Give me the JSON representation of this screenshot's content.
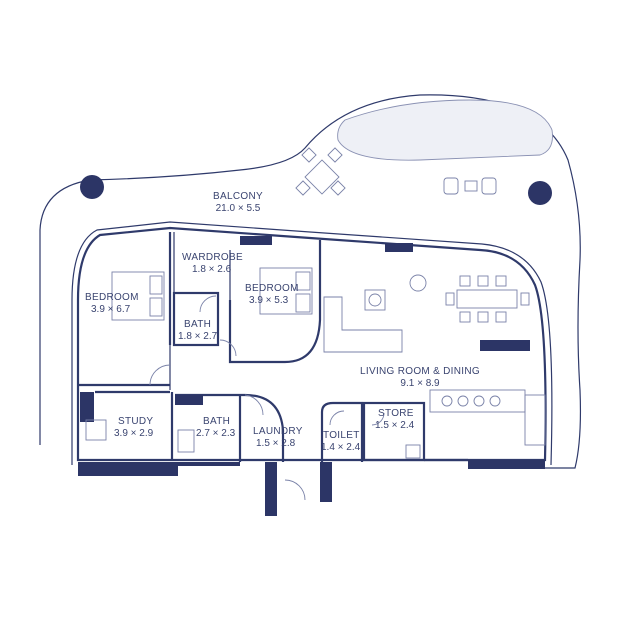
{
  "colors": {
    "wall": "#2f3a6b",
    "solid": "#2c3566",
    "fixture": "#7a82a8",
    "text": "#3a4470"
  },
  "rooms": [
    {
      "name": "BALCONY",
      "dims": "21.0 × 5.5"
    },
    {
      "name": "WARDROBE",
      "dims": "1.8 × 2.6"
    },
    {
      "name": "BEDROOM",
      "dims": "3.9 × 6.7"
    },
    {
      "name": "BEDROOM",
      "dims": "3.9 × 5.3"
    },
    {
      "name": "BATH",
      "dims": "1.8 × 2.7"
    },
    {
      "name": "LIVING ROOM & DINING",
      "dims": "9.1 × 8.9"
    },
    {
      "name": "STUDY",
      "dims": "3.9 × 2.9"
    },
    {
      "name": "BATH",
      "dims": "2.7 × 2.3"
    },
    {
      "name": "LAUNDRY",
      "dims": "1.5 × 2.8"
    },
    {
      "name": "TOILET",
      "dims": "1.4 × 2.4"
    },
    {
      "name": "STORE",
      "dims": "1.5 × 2.4"
    }
  ]
}
